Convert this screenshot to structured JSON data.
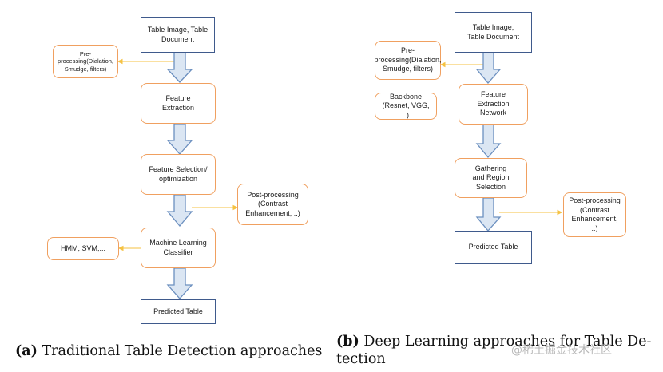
{
  "diagram_a": {
    "input": "Table Image, Table Document",
    "preprocessing": "Pre-processing(Dialation, Smudge, filters)",
    "feature_extraction": "Feature Extraction",
    "feature_selection": "Feature Selection/ optimization",
    "postprocessing": "Post-processing (Contrast Enhancement, ..)",
    "classifier": "Machine Learning Classifier",
    "classifier_examples": "HMM, SVM,...",
    "output": "Predicted Table",
    "caption_label": "(a)",
    "caption_text": "Traditional Table Detection approaches"
  },
  "diagram_b": {
    "input": "Table Image, Table Document",
    "preprocessing": "Pre-processing(Dialation, Smudge, filters)",
    "feature_extraction": "Feature Extraction Network",
    "backbone": "Backbone (Resnet, VGG, ..)",
    "gathering": "Gathering and Region Selection",
    "postprocessing": "Post-processing (Contrast Enhancement, ..)",
    "output": "Predicted Table",
    "caption_label": "(b)",
    "caption_line1": "Deep Learning approaches for Table De-",
    "caption_line2": "tection"
  },
  "watermark": "@稀土掘金技术社区",
  "colors": {
    "box_border_blue": "#3f5a8c",
    "box_border_orange": "#f0a060",
    "arrow_fill": "#dbe6f3",
    "arrow_stroke": "#6b8fbf",
    "connector": "#f5c242"
  }
}
